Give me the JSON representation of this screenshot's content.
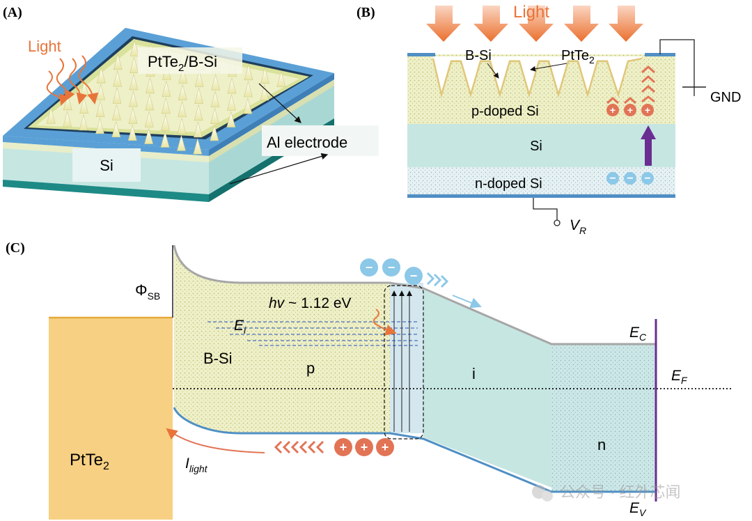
{
  "panel_a": {
    "label": "(A)",
    "light_label": "Light",
    "material_label_base": "PtTe",
    "material_label_sub": "2",
    "material_label_rest": "/B-Si",
    "electrode_label": "Al electrode",
    "substrate_label": "Si"
  },
  "panel_b": {
    "label": "(B)",
    "light_label": "Light",
    "bsi_label": "B-Si",
    "ptte_base": "PtTe",
    "ptte_sub": "2",
    "p_layer_label": "p-doped Si",
    "si_layer_label": "Si",
    "n_layer_label": "n-doped Si",
    "gnd_label": "GND",
    "vr_base": "V",
    "vr_sub": "R",
    "hole_symbol": "+",
    "electron_symbol": "−"
  },
  "panel_c": {
    "label": "(C)",
    "phi_base": "Φ",
    "phi_sub": "SB",
    "photon_hv": "hv",
    "photon_rest": " ~ 1.12 eV",
    "ei_base": "E",
    "ei_sub": "i",
    "bsi_label": "B-Si",
    "p_label": "p",
    "i_label": "i",
    "n_label": "n",
    "ptte_base": "PtTe",
    "ptte_sub": "2",
    "ec_base": "E",
    "ec_sub": "C",
    "ef_base": "E",
    "ef_sub": "F",
    "ev_base": "E",
    "ev_sub": "V",
    "ilight_base": "I",
    "ilight_sub": "light",
    "hole_symbol": "+",
    "electron_symbol": "−"
  },
  "watermark": {
    "text": "公众号 · 红外芯闻"
  },
  "colors": {
    "light": "#e8743a",
    "frame_blue": "#5aa0d6",
    "si_teal": "#c6e6e2",
    "dark_teal": "#1d8a86",
    "hole": "#e27456",
    "electron": "#8cc8e8",
    "ptte": "#f7d083",
    "purple": "#6a2d91"
  }
}
